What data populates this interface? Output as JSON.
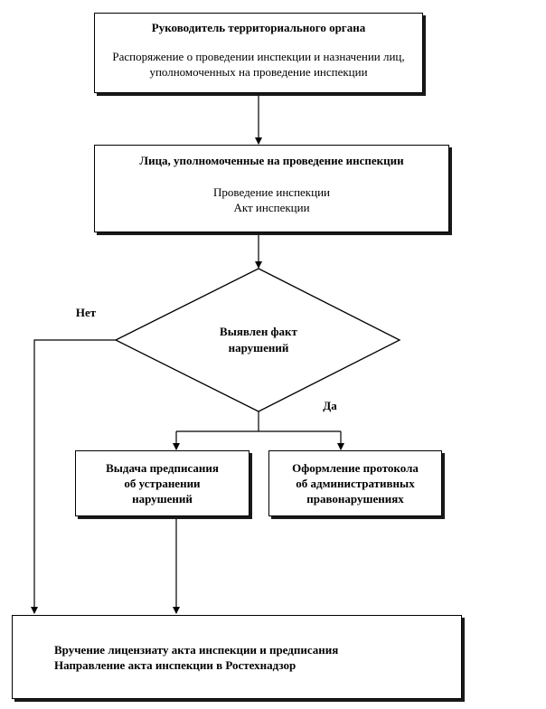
{
  "box1": {
    "title": "Руководитель территориального органа",
    "line1": "Распоряжение о проведении инспекции и назначении лиц,",
    "line2": "уполномоченных на проведение инспекции"
  },
  "box2": {
    "title": "Лица, уполномоченные на проведение инспекции",
    "line1": "Проведение инспекции",
    "line2": "Акт инспекции"
  },
  "decision": {
    "line1": "Выявлен факт",
    "line2": "нарушений",
    "no_label": "Нет",
    "yes_label": "Да"
  },
  "box3": {
    "line1": "Выдача предписания",
    "line2": "об устранении",
    "line3": "нарушений"
  },
  "box4": {
    "line1": "Оформление протокола",
    "line2": "об административных",
    "line3": "правонарушениях"
  },
  "box5": {
    "line1": "Вручение лицензиату акта инспекции и предписания",
    "line2": "Направление акта инспекции в Ростехнадзор"
  }
}
